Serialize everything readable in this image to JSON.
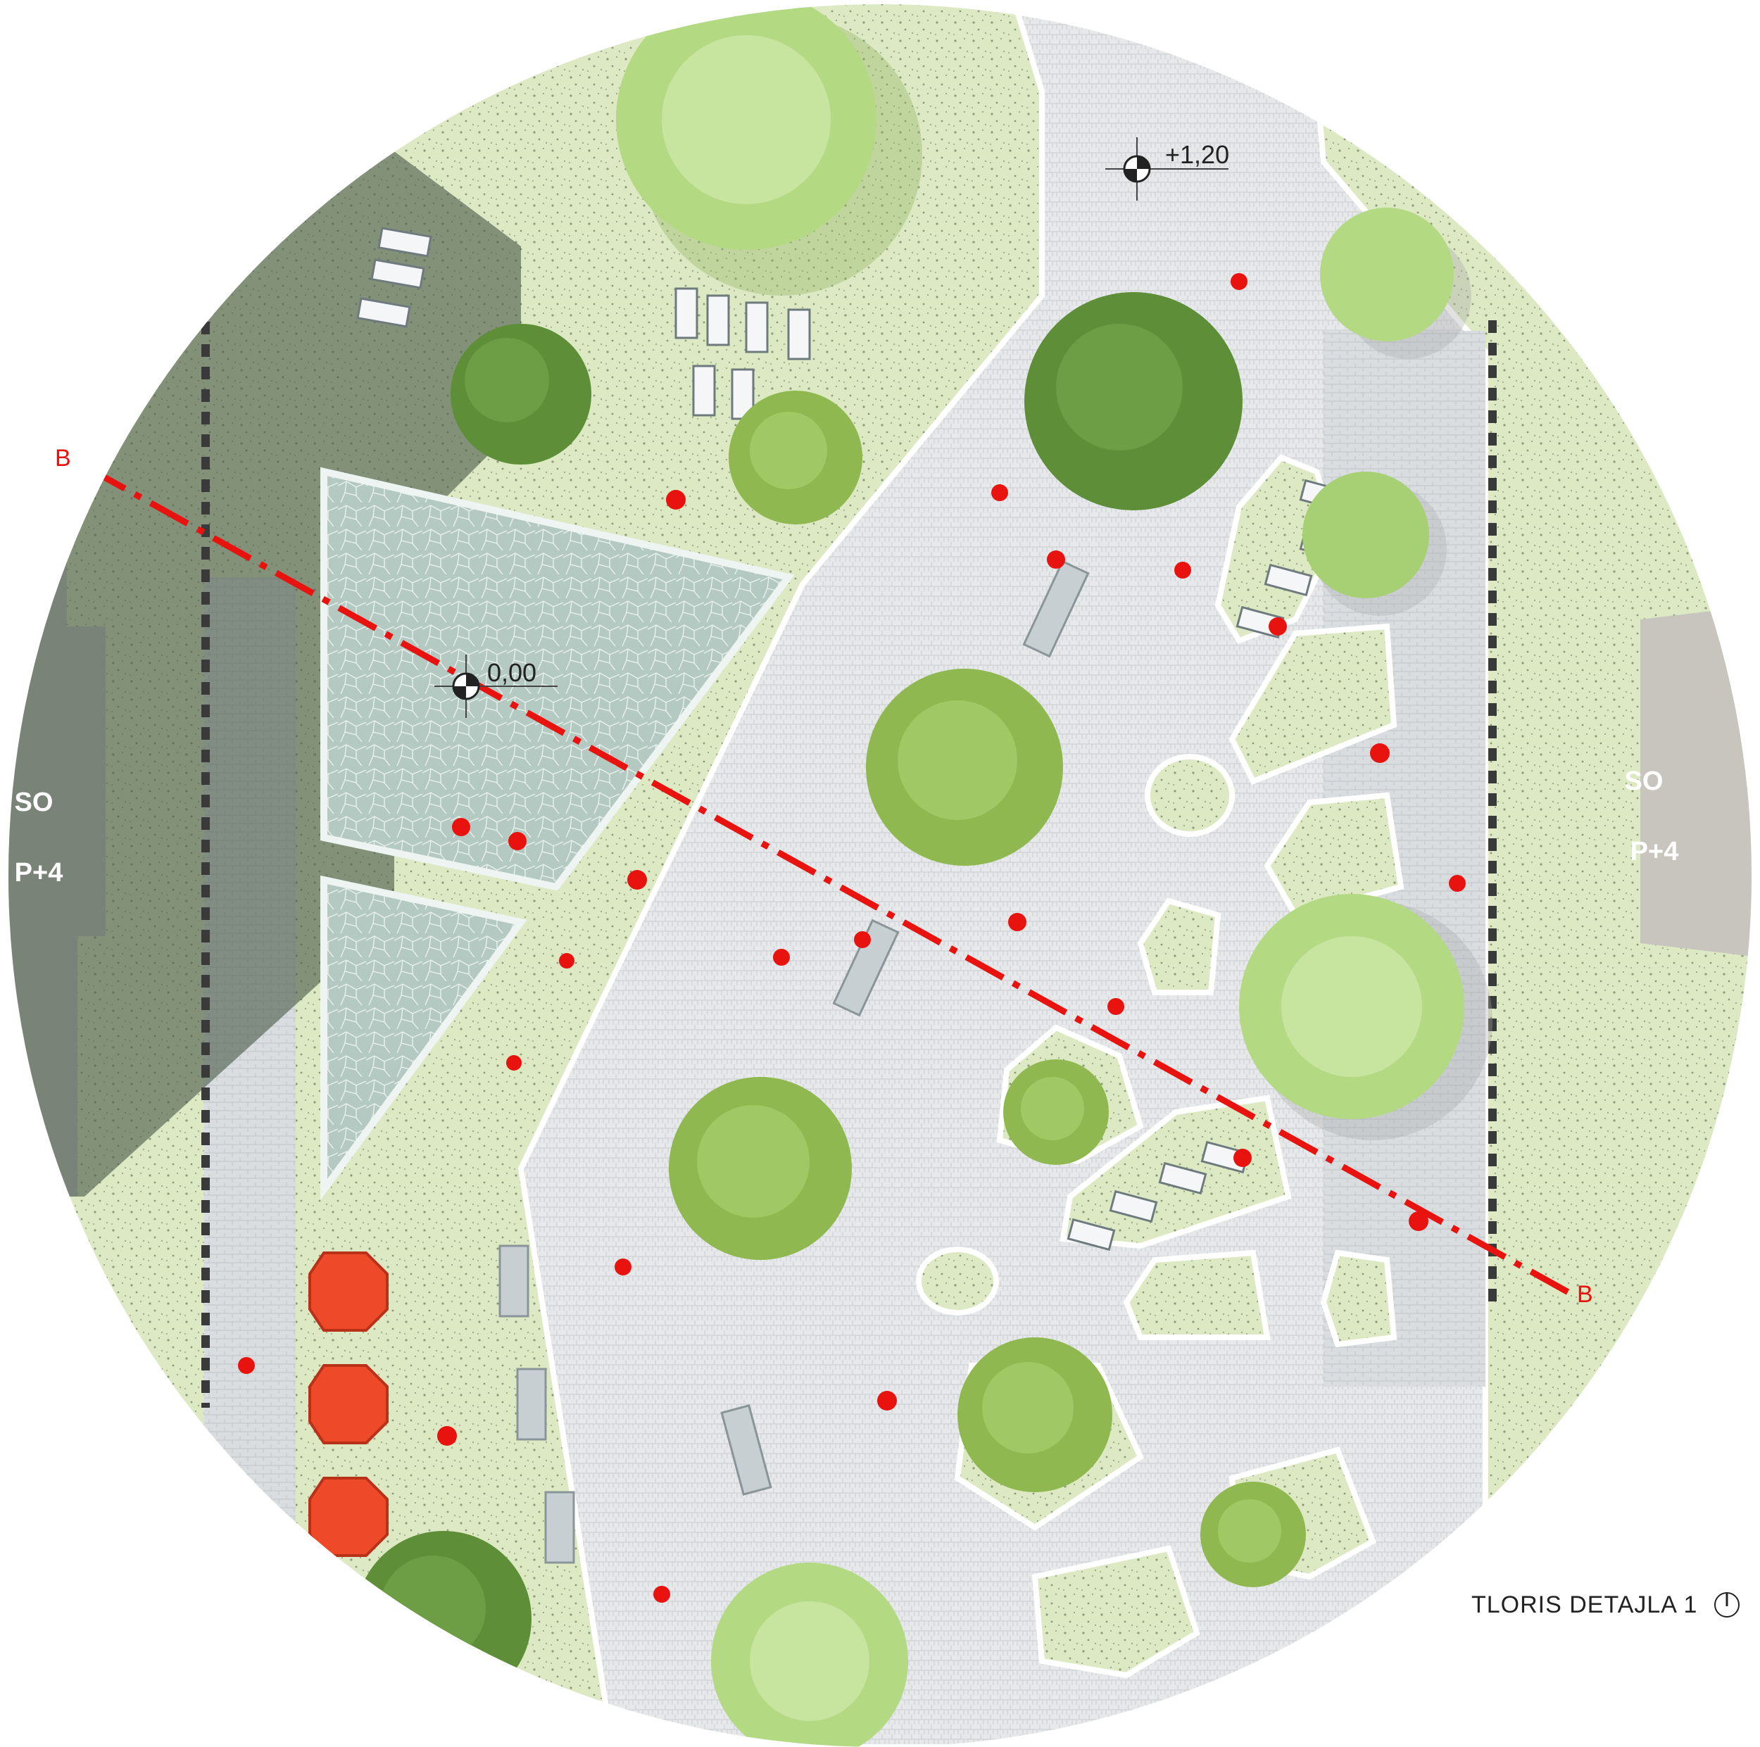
{
  "diagram": {
    "title": "TLORIS DETAJLA 1",
    "section_marker": "B",
    "elevation_upper": "+1,20",
    "elevation_lower": "0,00",
    "building_left": {
      "line1": "SO",
      "line2": "P+4"
    },
    "building_right": {
      "line1": "SO",
      "line2": "P+4"
    }
  },
  "colors": {
    "lawn": "#dde9c3",
    "paving": "#e4e6e8",
    "paving_strip": "#d7dadd",
    "building": "#c8c5bf",
    "water": "#b5c9c3",
    "shadow": "#5d6e5c",
    "tree_dark": "#5e8f38",
    "tree_mid": "#8fb950",
    "tree_light": "#b3d983",
    "section_line": "#e8130f",
    "umbrella": "#ee4a2a",
    "people": "#e8130f"
  },
  "icons": {
    "elevation_marker": "elevation-marker-icon",
    "north_arrow": "north-arrow-icon",
    "person": "person-icon",
    "tree": "tree-icon",
    "bench": "bench-icon",
    "sunbed": "sunbed-icon",
    "umbrella": "umbrella-icon"
  }
}
